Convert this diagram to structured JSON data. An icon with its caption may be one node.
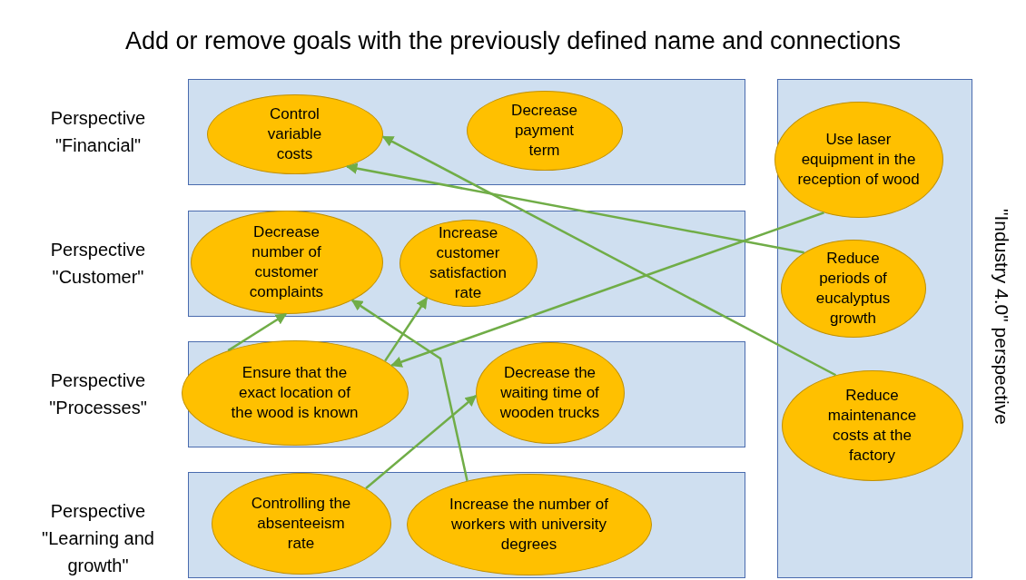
{
  "diagram": {
    "title": "Add or remove goals with the previously defined name and connections",
    "nodes": [
      {
        "text": [
          "Perspective \"Financial\""
        ]
      },
      {
        "text": [
          "Control variable costs"
        ],
        "in": 0
      },
      {
        "text": [
          "Decrease payment term"
        ],
        "in": 0
      },
      {
        "text": [
          "Perspective \"Customer\""
        ]
      },
      {
        "text": [
          "Decrease number of customer complaints"
        ],
        "in": 3
      },
      {
        "text": [
          "Increase customer satisfaction rate"
        ],
        "in": 3
      },
      {
        "text": [
          "Perspective \"Processes\""
        ]
      },
      {
        "text": [
          "Ensure that the exact location of the wood is known"
        ],
        "in": 6
      },
      {
        "text": [
          "Decrease the waiting time of wooden trucks"
        ],
        "in": 6
      },
      {
        "text": [
          "Perspective \"Learning and growth\""
        ]
      },
      {
        "text": [
          "Controlling the absenteeism rate"
        ],
        "in": 9
      },
      {
        "text": [
          "Increase the number of workers with university degrees"
        ],
        "in": 9
      },
      {
        "text": [
          "\"Industry 4.0\" perspective"
        ]
      },
      {
        "text": [
          "Use laser equipment in the reception of wood"
        ],
        "in": 12
      },
      {
        "text": [
          "Reduce periods of eucalyptus growth"
        ],
        "in": 12
      },
      {
        "text": [
          "Reduce maintenance costs at the factory"
        ],
        "in": 12
      }
    ],
    "edges": [
      {
        "from": 14,
        "to": 1,
        "arrow": "to"
      },
      {
        "from": 15,
        "to": 1,
        "arrow": "to"
      },
      {
        "from": 13,
        "to": 7,
        "arrow": "to"
      },
      {
        "from": 7,
        "to": 4,
        "arrow": "to"
      },
      {
        "from": 7,
        "to": 5,
        "arrow": "to"
      },
      {
        "from": 11,
        "to": 4,
        "arrow": "to"
      },
      {
        "from": 10,
        "to": 8,
        "arrow": "to"
      }
    ]
  }
}
